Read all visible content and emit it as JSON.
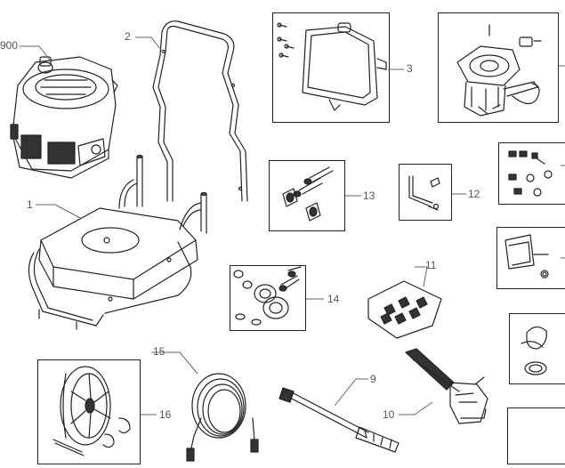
{
  "callouts": {
    "engine": "900",
    "handle": "2",
    "frame": "1",
    "control_panel": "3",
    "hardware_bolts": "13",
    "l_pin": "12",
    "bearing_kit": "14",
    "nozzle_kit": "11",
    "hose": "15",
    "wheel_kit": "16",
    "spray_lance": "9",
    "spray_gun": "10"
  },
  "colors": {
    "line": "#222222",
    "leader": "#666666",
    "label": "#555555",
    "dark_fill": "#333333"
  }
}
